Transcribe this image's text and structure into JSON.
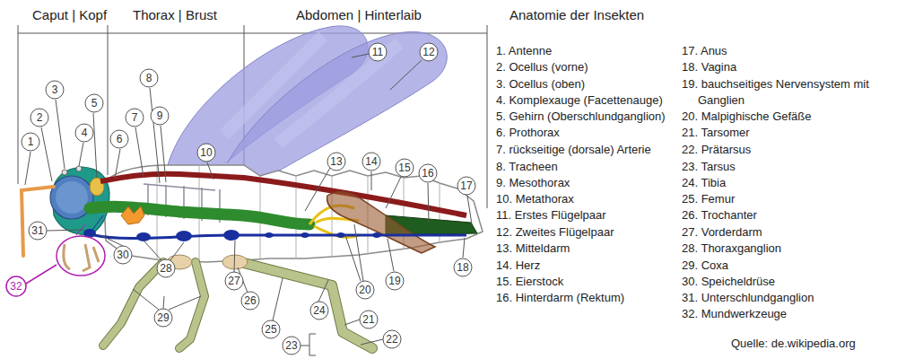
{
  "diagram": {
    "title": "Anatomie der Insekten",
    "labels": [
      "Caput | Kopf",
      "Thorax | Brust",
      "Abdomen | Hinterlaib",
      "1",
      "2",
      "3",
      "4",
      "5",
      "6",
      "7",
      "8",
      "9",
      "10",
      "11",
      "12",
      "13",
      "14",
      "15",
      "16",
      "17",
      "18",
      "19",
      "20",
      "21",
      "22",
      "23",
      "24",
      "25",
      "26",
      "27",
      "28",
      "29",
      "30",
      "31",
      "32",
      "1. Antenne",
      "2. Ocellus (vorne)",
      "3. Ocellus (oben)",
      "4. Komplexauge (Facettenauge)",
      "5. Gehirn (Oberschlundganglion)",
      "6. Prothorax",
      "7. rückseitige (dorsale) Arterie",
      "8. Tracheen",
      "9. Mesothorax",
      "10. Metathorax",
      "11. Erstes Flügelpaar",
      "12. Zweites Flügelpaar",
      "13. Mitteldarm",
      "14. Herz",
      "15. Eierstock",
      "16. Hinterdarm (Rektum)",
      "17. Anus",
      "18. Vagina",
      "19. bauchseitiges Nervensystem mit Ganglien",
      "20. Malpighische Gefäße",
      "21. Tarsomer",
      "22. Prätarsus",
      "23. Tarsus",
      "24. Tibia",
      "25. Femur",
      "26. Trochanter",
      "27. Vorderdarm",
      "28. Thoraxganglion",
      "29. Coxa",
      "30. Speicheldrüse",
      "31. Unterschlundganglion",
      "32. Mundwerkzeuge",
      "Quelle: de.wikipedia.org"
    ]
  }
}
